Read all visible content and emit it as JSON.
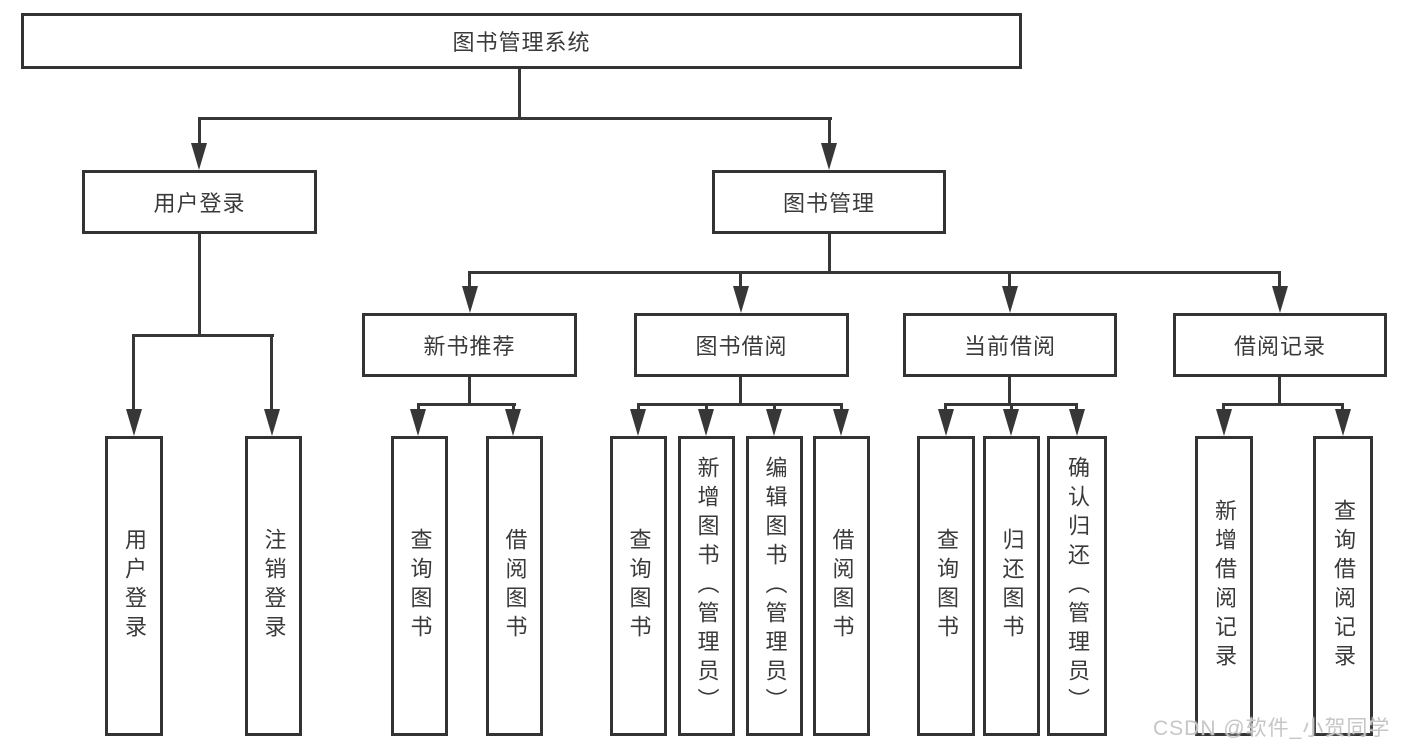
{
  "diagram": {
    "title": "图书管理系统",
    "level2": [
      {
        "label": "用户登录"
      },
      {
        "label": "图书管理"
      }
    ],
    "level3": [
      {
        "label": "新书推荐",
        "parent": "图书管理"
      },
      {
        "label": "图书借阅",
        "parent": "图书管理"
      },
      {
        "label": "当前借阅",
        "parent": "图书管理"
      },
      {
        "label": "借阅记录",
        "parent": "图书管理"
      }
    ],
    "leaves": [
      {
        "label": "用户登录",
        "parent": "用户登录"
      },
      {
        "label": "注销登录",
        "parent": "用户登录"
      },
      {
        "label": "查询图书",
        "parent": "新书推荐"
      },
      {
        "label": "借阅图书",
        "parent": "新书推荐"
      },
      {
        "label": "查询图书",
        "parent": "图书借阅"
      },
      {
        "label": "新增图书（管理员）",
        "parent": "图书借阅"
      },
      {
        "label": "编辑图书（管理员）",
        "parent": "图书借阅"
      },
      {
        "label": "借阅图书",
        "parent": "图书借阅"
      },
      {
        "label": "查询图书",
        "parent": "当前借阅"
      },
      {
        "label": "归还图书",
        "parent": "当前借阅"
      },
      {
        "label": "确认归还（管理员）",
        "parent": "当前借阅"
      },
      {
        "label": "新增借阅记录",
        "parent": "借阅记录"
      },
      {
        "label": "查询借阅记录",
        "parent": "借阅记录"
      }
    ],
    "watermark": "CSDN @软件_小贺同学",
    "colors": {
      "line": "#373737",
      "box_border": "#333333",
      "text": "#3a3a3a",
      "watermark": "#c6c6c6",
      "background": "#ffffff"
    }
  }
}
